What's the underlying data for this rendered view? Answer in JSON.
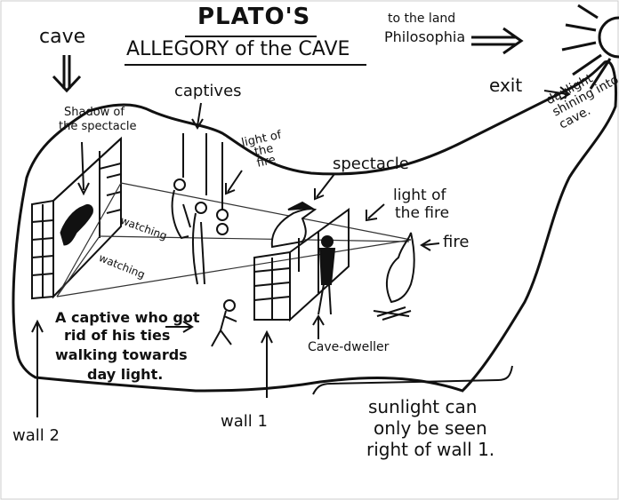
{
  "title": {
    "line1": "PLATO'S",
    "line2": "ALLEGORY of the CAVE"
  },
  "labels": {
    "cave": "cave",
    "to_land_line1": "to the land",
    "to_land_line2": "Philosophia",
    "exit": "exit",
    "daylight_line1": "daylight",
    "daylight_line2": "shining into",
    "daylight_line3": "cave.",
    "captives": "captives",
    "shadow_line1": "Shadow of",
    "shadow_line2": "the spectacle",
    "light_fire_left_line1": "light",
    "light_fire_left_line2": "of",
    "light_fire_left_line3": "the",
    "light_fire_left_line4": "fire",
    "spectacle": "spectacle",
    "light_fire_right_line1": "light of",
    "light_fire_right_line2": "the fire",
    "fire": "fire",
    "watching_1": "watching",
    "watching_2": "watching",
    "captive_line1": "A captive who got",
    "captive_line2": "rid of his ties",
    "captive_line3": "walking towards",
    "captive_line4": "day light.",
    "cave_dweller": "Cave-dweller",
    "wall2": "wall 2",
    "wall1": "wall 1",
    "sunlight_line1": "sunlight can",
    "sunlight_line2": "only be seen",
    "sunlight_line3": "right of wall 1."
  }
}
